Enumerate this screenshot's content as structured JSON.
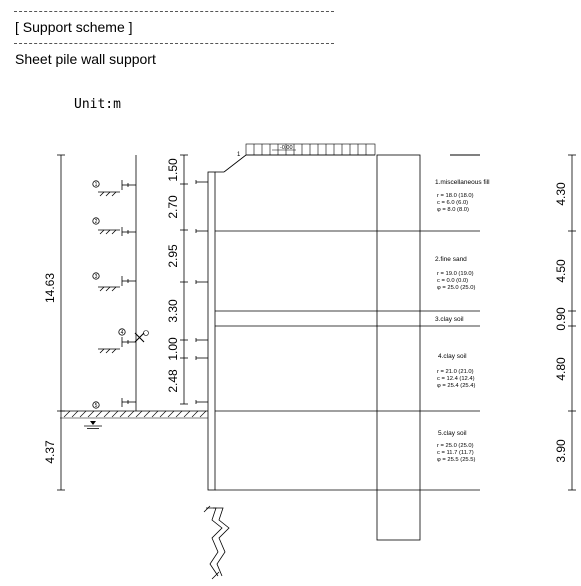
{
  "header": {
    "section_title": "[ Support scheme ]",
    "subtitle": "Sheet pile wall support"
  },
  "diagram": {
    "unit_label": "Unit:m",
    "total_depth": "14.63",
    "embed_depth": "4.37",
    "surcharge_value": "-0.00",
    "slope_ratio": "1",
    "anchor_spacings": [
      "1.50",
      "2.70",
      "2.95",
      "3.30",
      "1.00",
      "2.48"
    ],
    "anchor_labels": [
      "1",
      "2",
      "3",
      "4",
      "5"
    ],
    "soil_layers": [
      {
        "name": "1.miscellaneous fill",
        "thickness": "4.30",
        "params": [
          "r  =  18.0  (18.0)",
          "c  =  6.0  (6.0)",
          "φ  =  8.0  (8.0)"
        ]
      },
      {
        "name": "2.fine sand",
        "thickness": "4.50",
        "params": [
          "r  =  19.0  (19.0)",
          "c  =  0.0  (0.0)",
          "φ  =  25.0  (25.0)"
        ]
      },
      {
        "name": "3.clay soil",
        "thickness": "0.90",
        "params": []
      },
      {
        "name": "4.clay soil",
        "thickness": "4.80",
        "params": [
          "r  =  21.0  (21.0)",
          "c  =  12.4  (12.4)",
          "φ  =  25.4  (25.4)"
        ]
      },
      {
        "name": "5.clay soil",
        "thickness": "3.90",
        "params": [
          "r  =  25.0  (25.0)",
          "c  =  11.7  (11.7)",
          "φ  =  25.5  (25.5)"
        ]
      }
    ]
  }
}
